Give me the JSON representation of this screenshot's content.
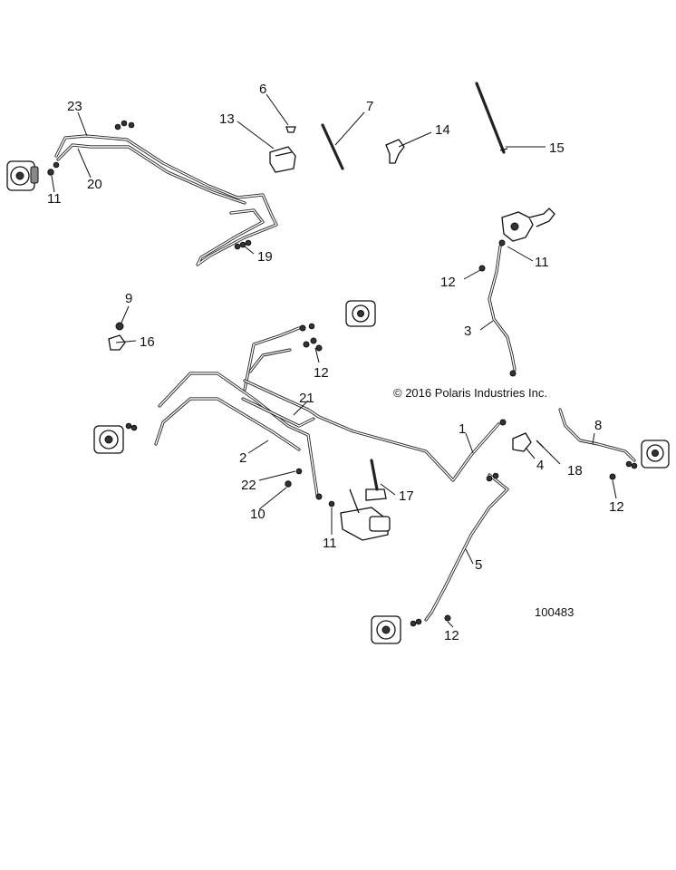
{
  "copyright": "© 2016 Polaris Industries Inc.",
  "figure_id": "100483",
  "callouts": {
    "c1": "1",
    "c2": "2",
    "c3": "3",
    "c4": "4",
    "c5": "5",
    "c6": "6",
    "c7": "7",
    "c8": "8",
    "c9": "9",
    "c10": "10",
    "c11a": "11",
    "c11b": "11",
    "c11c": "11",
    "c12a": "12",
    "c12b": "12",
    "c12c": "12",
    "c12d": "12",
    "c13": "13",
    "c14": "14",
    "c15": "15",
    "c16": "16",
    "c17": "17",
    "c18": "18",
    "c19": "19",
    "c20": "20",
    "c21": "21",
    "c22": "22",
    "c23": "23"
  }
}
